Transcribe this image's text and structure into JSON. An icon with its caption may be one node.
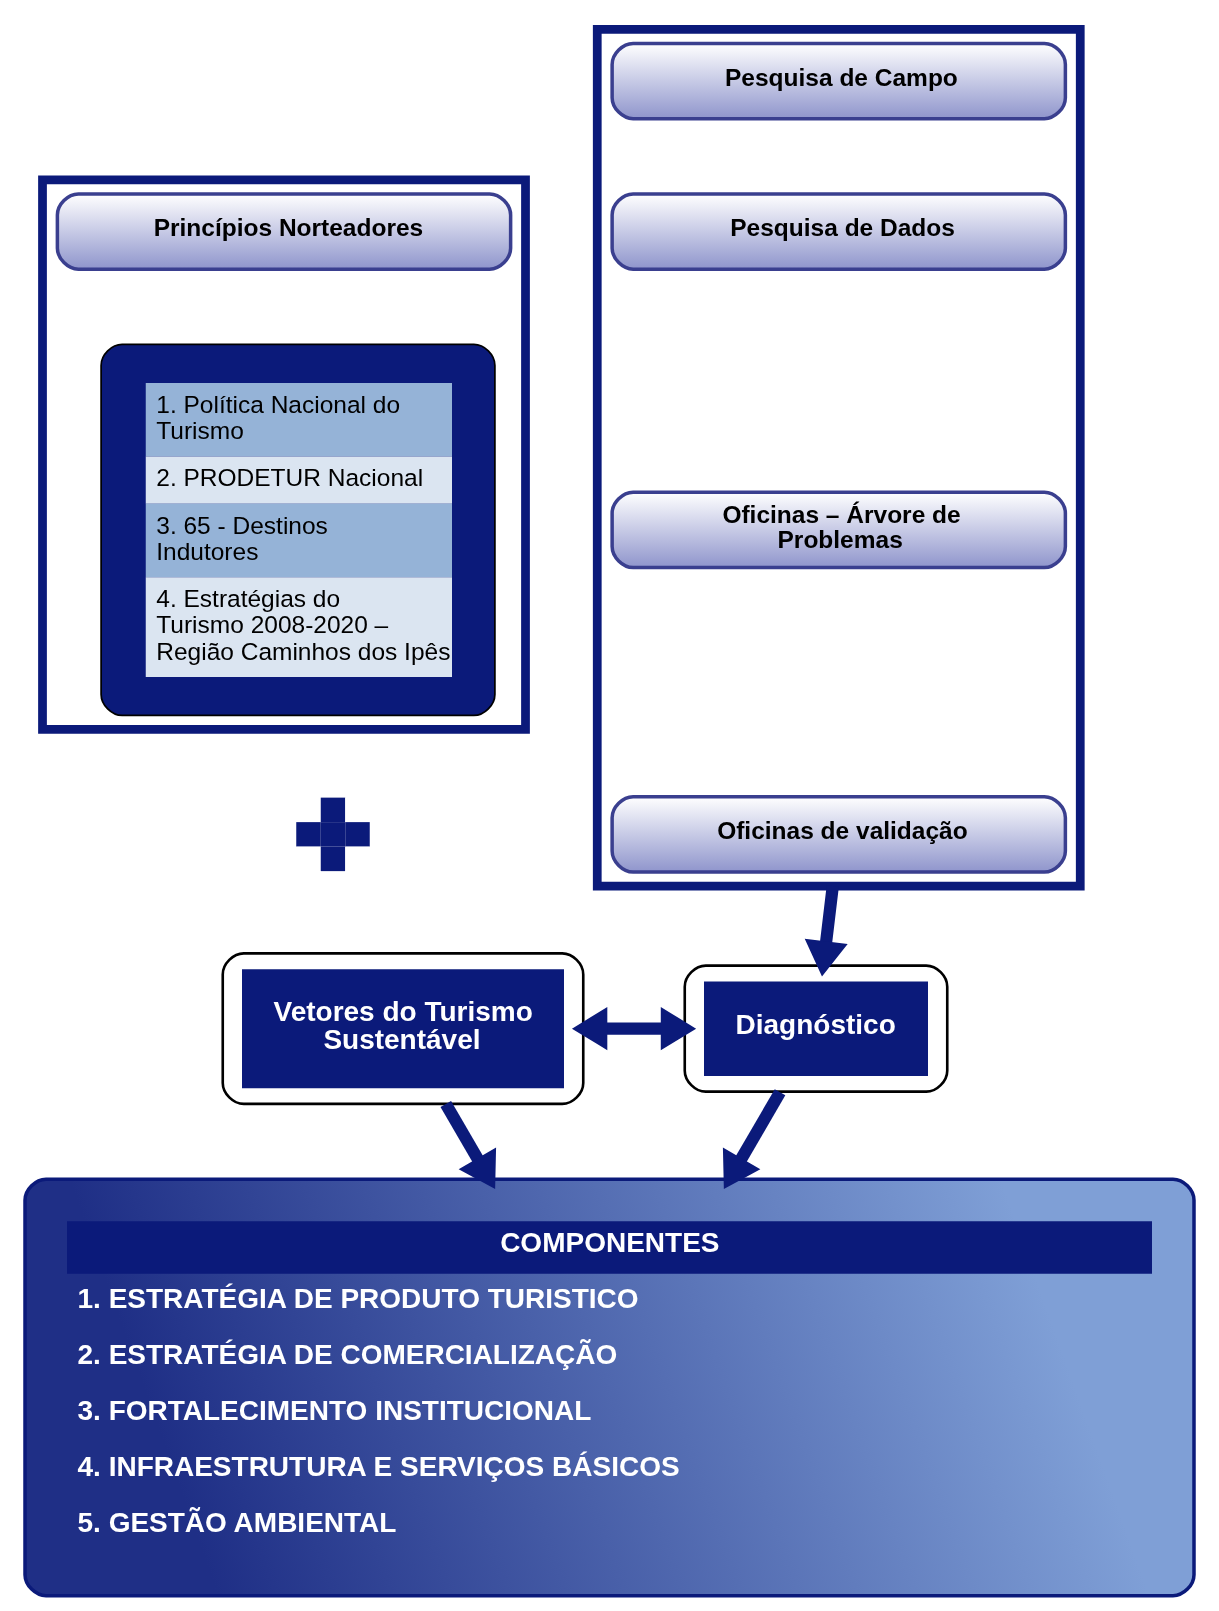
{
  "diagram": {
    "nodes": [
      {
        "text": [],
        "shape": "box"
      },
      {
        "text": [
          "Princípios Norteadores"
        ],
        "in": 0
      },
      {
        "text": [
          "1. Política Nacional do Turismo",
          "2. PRODETUR Nacional",
          "3. 65 - Destinos Indutores",
          "4. Estratégias do Turismo 2008-2020 – Região Caminhos dos Ipês"
        ],
        "in": 0
      },
      {
        "text": [],
        "shape": "box"
      },
      {
        "text": [
          "Pesquisa de Campo"
        ],
        "in": 3
      },
      {
        "text": [
          "Pesquisa de Dados"
        ],
        "in": 3
      },
      {
        "text": [
          "Oficinas – Árvore de Problemas"
        ],
        "in": 3
      },
      {
        "text": [
          "Oficinas de validação"
        ],
        "in": 3
      },
      {
        "text": [],
        "shape": "cross"
      },
      {
        "text": [
          "Vetores do Turismo Sustentável"
        ]
      },
      {
        "text": [
          "Diagnóstico"
        ]
      },
      {
        "text": [
          "COMPONENTES",
          "1. ESTRATÉGIA DE PRODUTO TURISTICO",
          "2. ESTRATÉGIA DE COMERCIALIZAÇÃO",
          "3. FORTALECIMENTO INSTITUCIONAL",
          "4. INFRAESTRUTURA E SERVIÇOS BÁSICOS",
          "5. GESTÃO AMBIENTAL"
        ]
      }
    ],
    "edges": [
      {
        "from": 3,
        "to": 10,
        "arrow": "to"
      },
      {
        "from": 9,
        "to": 10,
        "arrow": "both"
      },
      {
        "from": 9,
        "to": 11,
        "arrow": "to"
      },
      {
        "from": 10,
        "to": 11,
        "arrow": "to"
      }
    ]
  }
}
